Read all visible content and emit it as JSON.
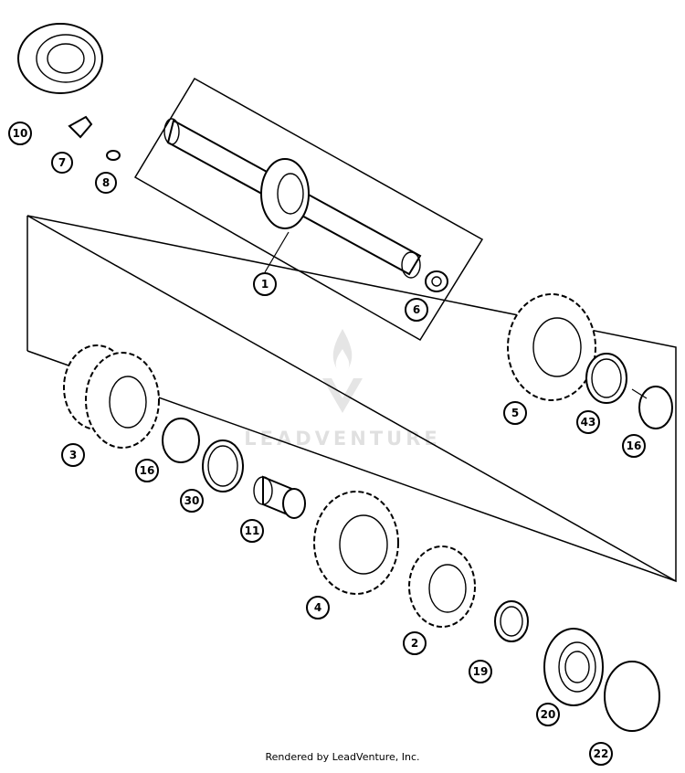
{
  "callouts": [
    {
      "id": "c10",
      "label": "10"
    },
    {
      "id": "c7",
      "label": "7"
    },
    {
      "id": "c8",
      "label": "8"
    },
    {
      "id": "c1",
      "label": "1"
    },
    {
      "id": "c6",
      "label": "6"
    },
    {
      "id": "c5",
      "label": "5"
    },
    {
      "id": "c43",
      "label": "43"
    },
    {
      "id": "c16a",
      "label": "16"
    },
    {
      "id": "c3",
      "label": "3"
    },
    {
      "id": "c16b",
      "label": "16"
    },
    {
      "id": "c30",
      "label": "30"
    },
    {
      "id": "c11",
      "label": "11"
    },
    {
      "id": "c4",
      "label": "4"
    },
    {
      "id": "c2",
      "label": "2"
    },
    {
      "id": "c19",
      "label": "19"
    },
    {
      "id": "c20",
      "label": "20"
    },
    {
      "id": "c22",
      "label": "22"
    }
  ],
  "watermark": {
    "text": "LEADVENTURE"
  },
  "footer": {
    "text": "Rendered by LeadVenture, Inc."
  }
}
